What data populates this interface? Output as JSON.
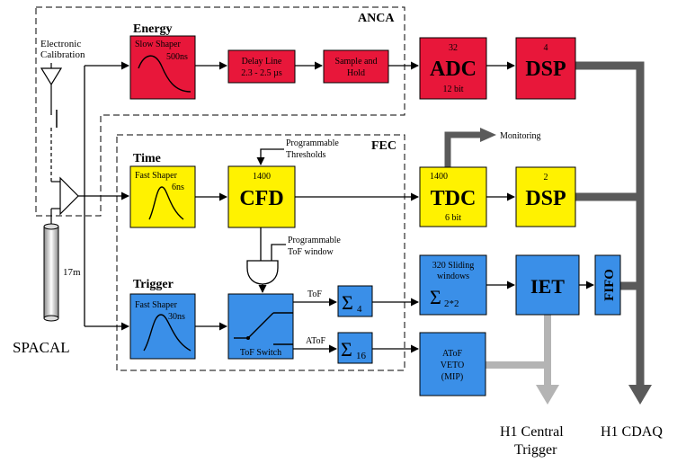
{
  "colors": {
    "energy": "#e8173a",
    "time": "#fff200",
    "trigger": "#3a8fe8",
    "dark_gray": "#5a5a5a",
    "light_gray": "#b4b4b4"
  },
  "labels": {
    "anca": "ANCA",
    "fec": "FEC",
    "energy": "Energy",
    "time": "Time",
    "trigger": "Trigger",
    "electronic": "Electronic",
    "calibration": "Calibration",
    "cable_length": "17m",
    "spacal": "SPACAL",
    "monitoring": "Monitoring",
    "prog_thresholds_1": "Programmable",
    "prog_thresholds_2": "Thresholds",
    "prog_tof_1": "Programmable",
    "prog_tof_2": "ToF window",
    "tof": "ToF",
    "atof": "AToF",
    "h1_central_1": "H1 Central",
    "h1_central_2": "Trigger",
    "h1_cdaq": "H1 CDAQ"
  },
  "blocks": {
    "slow_shaper": {
      "name": "Slow Shaper",
      "time": "500ns"
    },
    "delay_line": {
      "line1": "Delay  Line",
      "line2": "2.3 - 2.5 µs"
    },
    "sample_hold": {
      "line1": "Sample and",
      "line2": "Hold"
    },
    "adc": {
      "count": "32",
      "name": "ADC",
      "bits": "12 bit"
    },
    "dsp_energy": {
      "count": "4",
      "name": "DSP"
    },
    "fast_shaper_time": {
      "name": "Fast Shaper",
      "time": "6ns"
    },
    "cfd": {
      "count": "1400",
      "name": "CFD"
    },
    "tdc": {
      "count": "1400",
      "name": "TDC",
      "bits": "6 bit"
    },
    "dsp_time": {
      "count": "2",
      "name": "DSP"
    },
    "fast_shaper_trigger": {
      "name": "Fast Shaper",
      "time": "30ns"
    },
    "tof_switch": {
      "name": "ToF Switch"
    },
    "sum4": {
      "sigma": "Σ",
      "sub": "4"
    },
    "sum16": {
      "sigma": "Σ",
      "sub": "16"
    },
    "sliding": {
      "line1": "320 Sliding",
      "line2": "windows",
      "sigma": "Σ",
      "sub": "2*2"
    },
    "ief": {
      "name": "IET"
    },
    "fifo": {
      "name": "FIFO"
    },
    "atof_veto": {
      "line1": "AToF",
      "line2": "VETO",
      "line3": "(MIP)"
    }
  }
}
